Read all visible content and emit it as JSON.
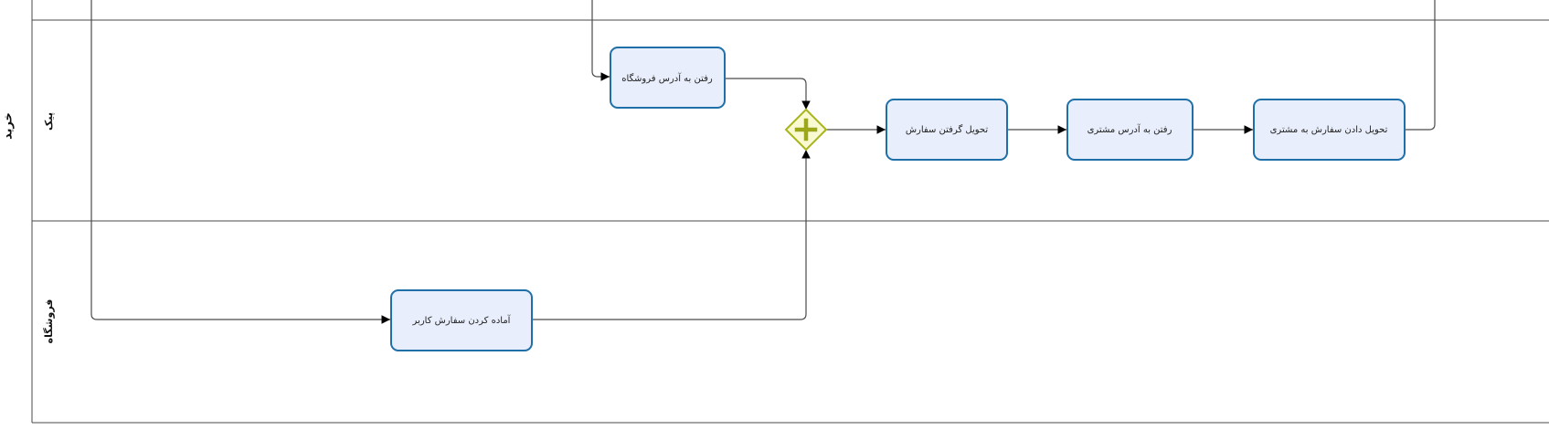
{
  "pool": {
    "label": "خرید"
  },
  "lanes": {
    "courier": "پیک",
    "store": "فروشگاه"
  },
  "tasks": {
    "go_to_store": "رفتن به آدرس فروشگاه",
    "receive_order": "تحویل گرفتن سفارش",
    "go_to_customer": "رفتن به آدرس مشتری",
    "deliver_order": "تحویل دادن سفارش به مشتری",
    "prepare_order": "آماده کردن سفارش کاربر"
  },
  "gateway": {
    "type": "parallel"
  },
  "colors": {
    "task_fill": "#e8eefb",
    "task_stroke": "#1f6fa8",
    "gateway_fill": "#fafad2",
    "gateway_stroke": "#a8b41c",
    "gateway_plus": "#9ca81a",
    "line": "#4a4a4a"
  }
}
